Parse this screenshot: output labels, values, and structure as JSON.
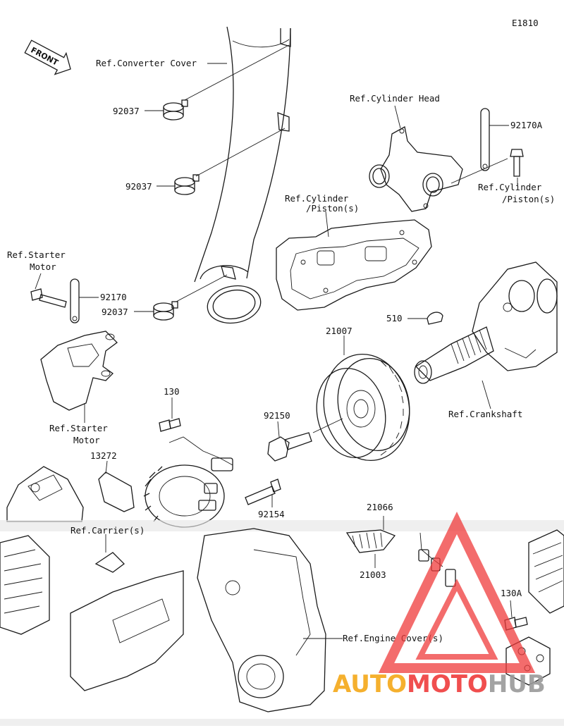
{
  "diagram_id": "E1810",
  "front_badge": "FRONT",
  "labels": {
    "ref_converter_cover": "Ref.Converter Cover",
    "p92037_a": "92037",
    "p92037_b": "92037",
    "p92037_c": "92037",
    "ref_cylinder_head": "Ref.Cylinder Head",
    "p92170a": "92170A",
    "ref_cyl_piston_right_1": "Ref.Cylinder",
    "ref_cyl_piston_right_2": "/Piston(s)",
    "ref_cyl_piston_mid_1": "Ref.Cylinder",
    "ref_cyl_piston_mid_2": "/Piston(s)",
    "ref_starter_motor_top_1": "Ref.Starter",
    "ref_starter_motor_top_2": "Motor",
    "p92170": "92170",
    "p510": "510",
    "p21007": "21007",
    "ref_crankshaft": "Ref.Crankshaft",
    "p130": "130",
    "ref_starter_motor_bot_1": "Ref.Starter",
    "ref_starter_motor_bot_2": "Motor",
    "p92150": "92150",
    "p13272": "13272",
    "p92154": "92154",
    "p21066": "21066",
    "ref_carrier": "Ref.Carrier(s)",
    "p21003": "21003",
    "p130a": "130A",
    "ref_engine_cover": "Ref.Engine Cover(s)"
  },
  "watermark": {
    "part1": "AUTO",
    "part2": "MOTO",
    "part3": "HUB",
    "color_orange": "#f5a818",
    "color_red": "#ef3b3b",
    "color_gray": "#9a9a9a"
  }
}
